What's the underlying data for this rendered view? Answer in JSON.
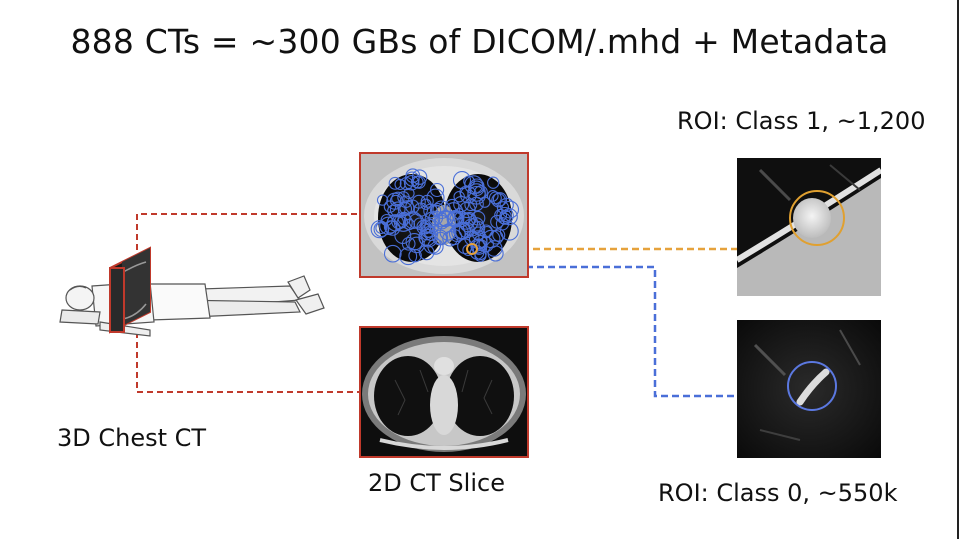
{
  "title": "888 CTs = ~300 GBs of DICOM/.mhd + Metadata",
  "labels": {
    "roi_class1": "ROI: Class 1, ~1,200",
    "roi_class0": "ROI: Class 0, ~550k",
    "chest_ct": "3D Chest CT",
    "ct_slice": "2D CT Slice"
  },
  "colors": {
    "connector_red": "#c0392b",
    "connector_orange": "#e6a23c",
    "connector_blue": "#4a6fd8",
    "roi_circle_orange": "#e0a030",
    "roi_circle_blue": "#5b78e0",
    "frame_red": "#c0392b"
  },
  "icons": {
    "patient": "lying-patient-illustration",
    "scanner": "ct-slab-icon"
  }
}
